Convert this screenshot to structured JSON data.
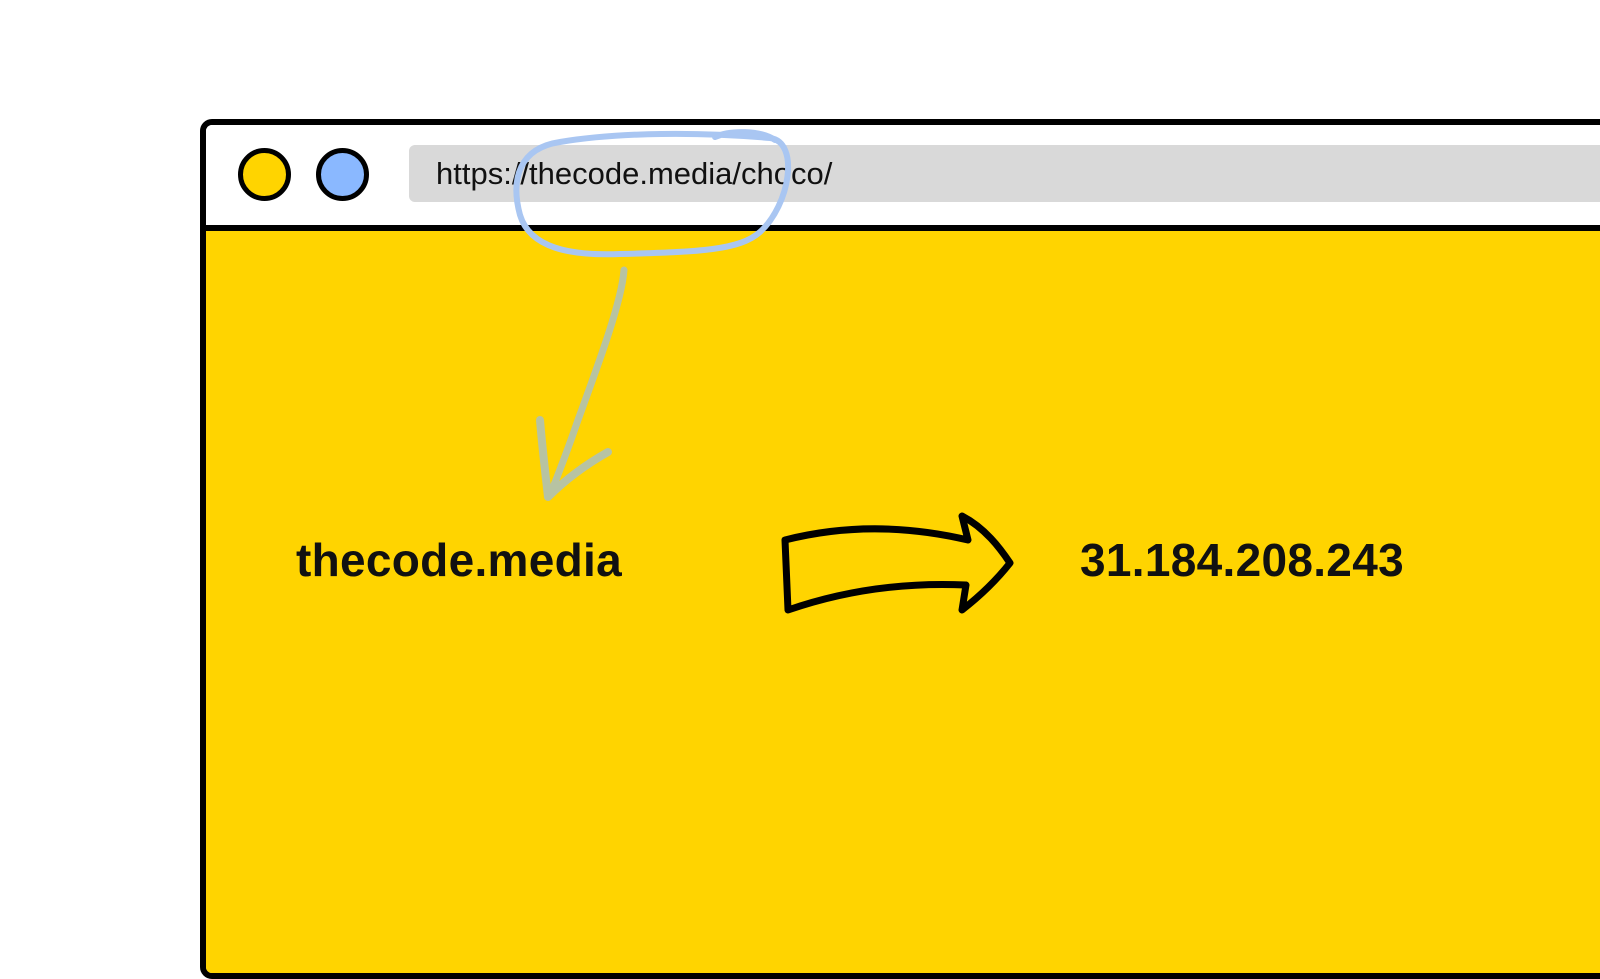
{
  "address_bar": {
    "url": "https://thecode.media/choco/"
  },
  "diagram": {
    "domain": "thecode.media",
    "ip_address": "31.184.208.243"
  },
  "colors": {
    "page_background": "#FFD400",
    "dot_yellow": "#FFD400",
    "dot_blue": "#8AB8FF",
    "highlight_circle": "#A9C6F2",
    "pointer_arrow": "#B7C3A2",
    "frame": "#000000"
  },
  "icons": {
    "close": "yellow-dot-icon",
    "minimize": "blue-dot-icon",
    "highlight": "hand-drawn-circle-icon",
    "pointer": "hand-drawn-arrow-down-icon",
    "resolves_to": "hand-drawn-arrow-right-icon"
  }
}
